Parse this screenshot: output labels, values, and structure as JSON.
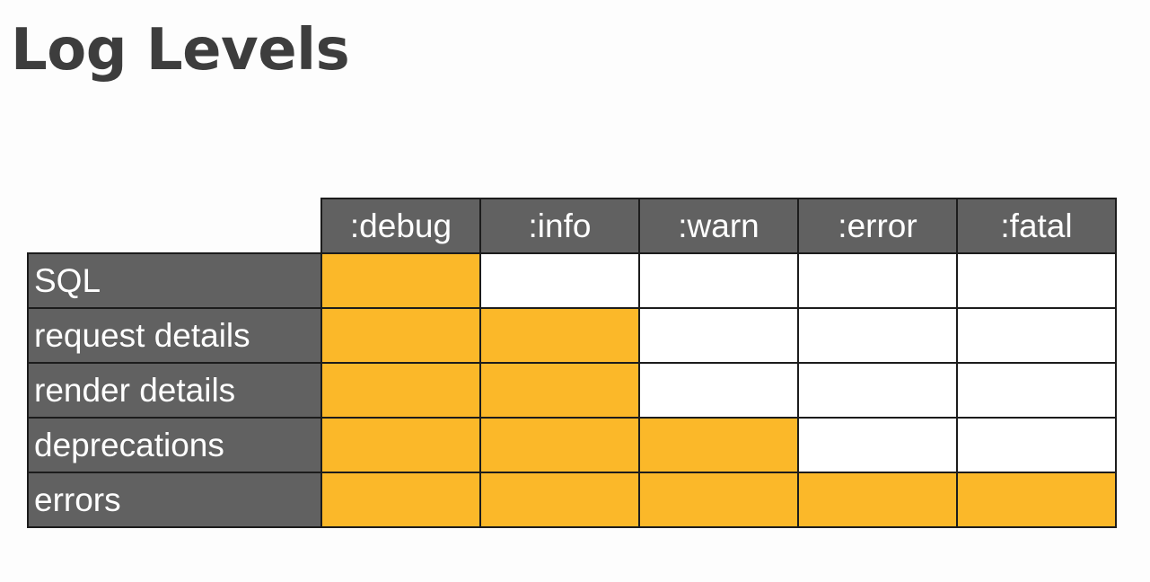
{
  "title": "Log Levels",
  "colors": {
    "header_bg": "#616161",
    "enabled": "#fbb829",
    "disabled": "#ffffff",
    "grid_line": "#1c1c1c",
    "title_text": "#3d3d3d"
  },
  "table": {
    "columns": [
      ":debug",
      ":info",
      ":warn",
      ":error",
      ":fatal"
    ],
    "rows": [
      {
        "label": "SQL",
        "enabled": [
          true,
          false,
          false,
          false,
          false
        ]
      },
      {
        "label": "request details",
        "enabled": [
          true,
          true,
          false,
          false,
          false
        ]
      },
      {
        "label": "render details",
        "enabled": [
          true,
          true,
          false,
          false,
          false
        ]
      },
      {
        "label": "deprecations",
        "enabled": [
          true,
          true,
          true,
          false,
          false
        ]
      },
      {
        "label": "errors",
        "enabled": [
          true,
          true,
          true,
          true,
          true
        ]
      }
    ]
  }
}
